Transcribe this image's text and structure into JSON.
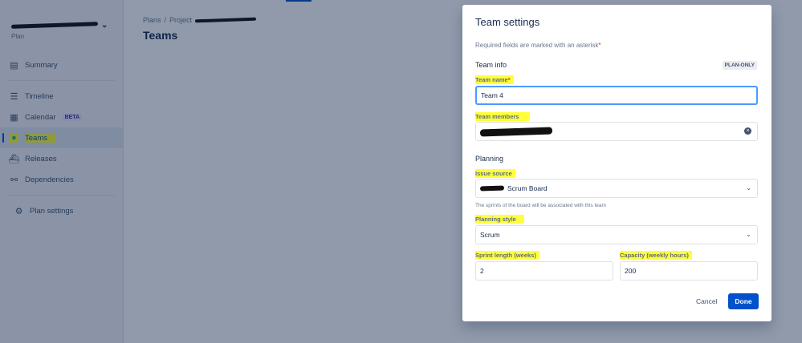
{
  "project": {
    "subtitle": "Plan"
  },
  "sidebar": {
    "items": [
      {
        "label": "Summary"
      },
      {
        "label": "Timeline"
      },
      {
        "label": "Calendar",
        "badge": "BETA"
      },
      {
        "label": "Teams"
      },
      {
        "label": "Releases"
      },
      {
        "label": "Dependencies"
      },
      {
        "label": "Plan settings"
      }
    ]
  },
  "header": {
    "breadcrumb": [
      "Plans",
      "/",
      "Project"
    ],
    "title": "Teams"
  },
  "modal": {
    "title": "Team settings",
    "required_note": "Required fields are marked with an asterisk",
    "asterisk": "*",
    "team_info": "Team info",
    "plan_only": "PLAN-ONLY",
    "team_name_label": "Team name",
    "team_name_value": "Team 4",
    "team_members_label": "Team members",
    "planning": "Planning",
    "issue_source_label": "Issue source",
    "issue_source_value": "Scrum Board",
    "issue_source_help": "The sprints of the board will be associated with this team",
    "planning_style_label": "Planning style",
    "planning_style_value": "Scrum",
    "sprint_length_label": "Sprint length (weeks)",
    "sprint_length_value": "2",
    "capacity_label": "Capacity (weekly hours)",
    "capacity_value": "200",
    "cancel": "Cancel",
    "done": "Done"
  },
  "colors": {
    "primary": "#0052cc",
    "highlight": "#ffff3a"
  }
}
